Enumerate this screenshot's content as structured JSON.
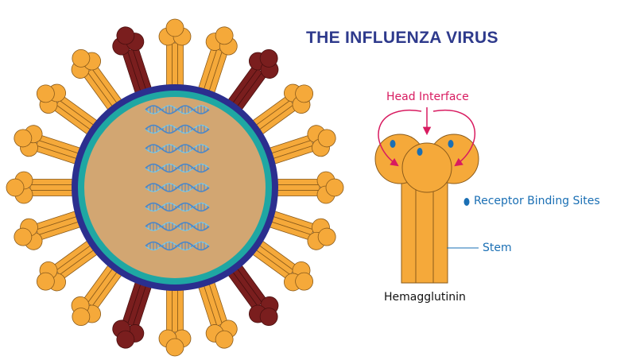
{
  "title": "THE INFLUENZA VIRUS",
  "labels": {
    "head_interface": "Head Interface",
    "receptor_binding_sites": "Receptor Binding Sites",
    "stem": "Stem",
    "hemagglutinin": "Hemagglutinin"
  },
  "colors": {
    "title": "#2e3a8c",
    "envelope_outer": "#2b2f8f",
    "envelope_inner": "#1fa7a3",
    "core": "#d2a672",
    "hemagglutinin": "#f5a93a",
    "outline": "#8a5a1a",
    "neuraminidase": "#7a1e1e",
    "rna_strand": "#4a86c8",
    "rna_backbone": "#7fc6e0",
    "head_interface": "#d81b60",
    "receptor_site": "#1a6fb4"
  },
  "spikes": [
    {
      "angle_deg": 0,
      "type": "hemagglutinin"
    },
    {
      "angle_deg": 18,
      "type": "hemagglutinin"
    },
    {
      "angle_deg": 36,
      "type": "hemagglutinin"
    },
    {
      "angle_deg": 54,
      "type": "neuraminidase"
    },
    {
      "angle_deg": 72,
      "type": "hemagglutinin"
    },
    {
      "angle_deg": 90,
      "type": "hemagglutinin"
    },
    {
      "angle_deg": 108,
      "type": "neuraminidase"
    },
    {
      "angle_deg": 126,
      "type": "hemagglutinin"
    },
    {
      "angle_deg": 144,
      "type": "hemagglutinin"
    },
    {
      "angle_deg": 162,
      "type": "hemagglutinin"
    },
    {
      "angle_deg": 180,
      "type": "hemagglutinin"
    },
    {
      "angle_deg": 198,
      "type": "hemagglutinin"
    },
    {
      "angle_deg": 216,
      "type": "hemagglutinin"
    },
    {
      "angle_deg": 234,
      "type": "hemagglutinin"
    },
    {
      "angle_deg": 252,
      "type": "neuraminidase"
    },
    {
      "angle_deg": 270,
      "type": "hemagglutinin"
    },
    {
      "angle_deg": 288,
      "type": "hemagglutinin"
    },
    {
      "angle_deg": 306,
      "type": "neuraminidase"
    },
    {
      "angle_deg": 324,
      "type": "hemagglutinin"
    },
    {
      "angle_deg": 342,
      "type": "hemagglutinin"
    }
  ],
  "rna_segments": 8
}
